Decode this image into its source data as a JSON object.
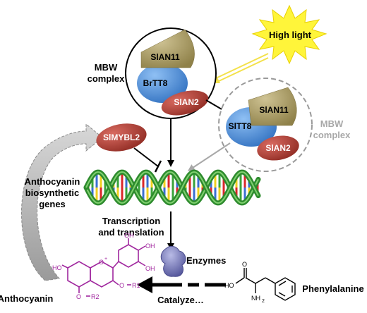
{
  "light": {
    "label": "High light"
  },
  "mbw_active": {
    "label_line1": "MBW",
    "label_line2": "complex"
  },
  "mbw_inactive": {
    "label_line1": "MBW",
    "label_line2": "complex"
  },
  "proteins": {
    "slan11_top": "SlAN11",
    "brtt8": "BrTT8",
    "slan2_top": "SlAN2",
    "sltt8": "SlTT8",
    "slan11_right": "SlAN11",
    "slan2_right": "SlAN2",
    "slmybl2": "SlMYBL2"
  },
  "genes": {
    "line1": "Anthocyanin",
    "line2": "biosynthetic",
    "line3": "genes"
  },
  "process": {
    "line1": "Transcription",
    "line2": "and translation"
  },
  "enzymes": {
    "label": "Enzymes"
  },
  "catalyze": {
    "label": "Catalyze…"
  },
  "anthocyanin": {
    "label": "Anthocyanin"
  },
  "phenylalanine": {
    "label": "Phenylalanine"
  },
  "chem": {
    "anthocyanin_atoms": [
      "HO",
      "O",
      "+",
      "OH",
      "OH",
      "OH",
      "O",
      "R1",
      "O",
      "R2"
    ],
    "phe_atoms": [
      "O",
      "HO",
      "NH",
      "2"
    ]
  },
  "colors": {
    "brown": "#a99a60",
    "blue": "#4d8fd8",
    "red": "#b53d33",
    "star": "#fff53a",
    "gray": "#9a9a9a",
    "magenta": "#a0279e",
    "enzyme": "#6f70b8"
  }
}
